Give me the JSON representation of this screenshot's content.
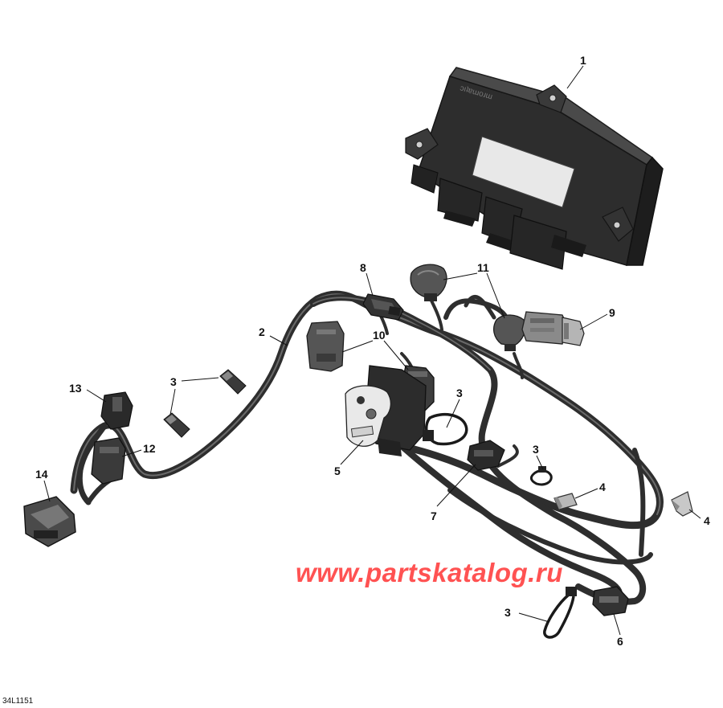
{
  "diagram": {
    "reference_code": "34L1151",
    "watermark": "www.partskatalog.ru",
    "callouts": {
      "c1": "1",
      "c2": "2",
      "c3a": "3",
      "c3b": "3",
      "c3c": "3",
      "c3d": "3",
      "c4a": "4",
      "c4b": "4",
      "c5": "5",
      "c6": "6",
      "c7": "7",
      "c8": "8",
      "c9": "9",
      "c10": "10",
      "c11": "11",
      "c12": "12",
      "c13": "13",
      "c14": "14"
    }
  }
}
